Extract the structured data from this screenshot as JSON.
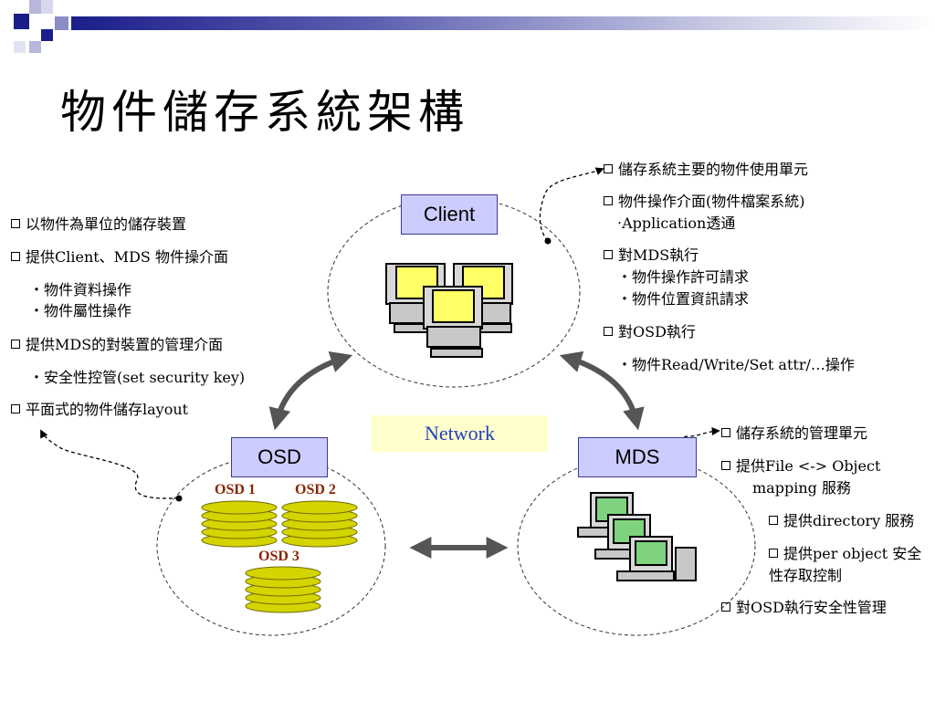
{
  "title": "物件儲存系統架構",
  "nodes": {
    "client": "Client",
    "osd": "OSD",
    "mds": "MDS",
    "network": "Network"
  },
  "osd_disks": [
    "OSD 1",
    "OSD 2",
    "OSD 3"
  ],
  "left_notes": {
    "items": [
      "以物件為單位的儲存裝置",
      "提供Client、MDS 物件操介面",
      "提供MDS的對裝置的管理介面",
      "平面式的物件儲存layout"
    ],
    "subs": [
      "‧物件資料操作",
      "‧物件屬性操作",
      "‧安全性控管(set security key)"
    ]
  },
  "client_notes": {
    "items": [
      "儲存系統主要的物件使用單元",
      "物件操作介面(物件檔案系統)",
      "對MDS執行",
      "對OSD執行"
    ],
    "subs": [
      "‧Application透通",
      "‧物件操作許可請求",
      "‧物件位置資訊請求",
      "‧物件Read/Write/Set attr/…操作"
    ]
  },
  "mds_notes": {
    "items": [
      "儲存系統的管理單元",
      "提供File <-> Object",
      "提供directory 服務",
      "提供per object 安全",
      "對OSD執行安全性管理"
    ],
    "continuations": [
      "mapping 服務",
      "性存取控制"
    ]
  },
  "colors": {
    "title_bar": "#1b1e8a",
    "node_box": "#ccccff",
    "network_box": "#ffffcc",
    "network_text": "#1f3fbf",
    "disk": "#d4d400",
    "osd_label": "#8b2500",
    "arrow": "#555555"
  }
}
